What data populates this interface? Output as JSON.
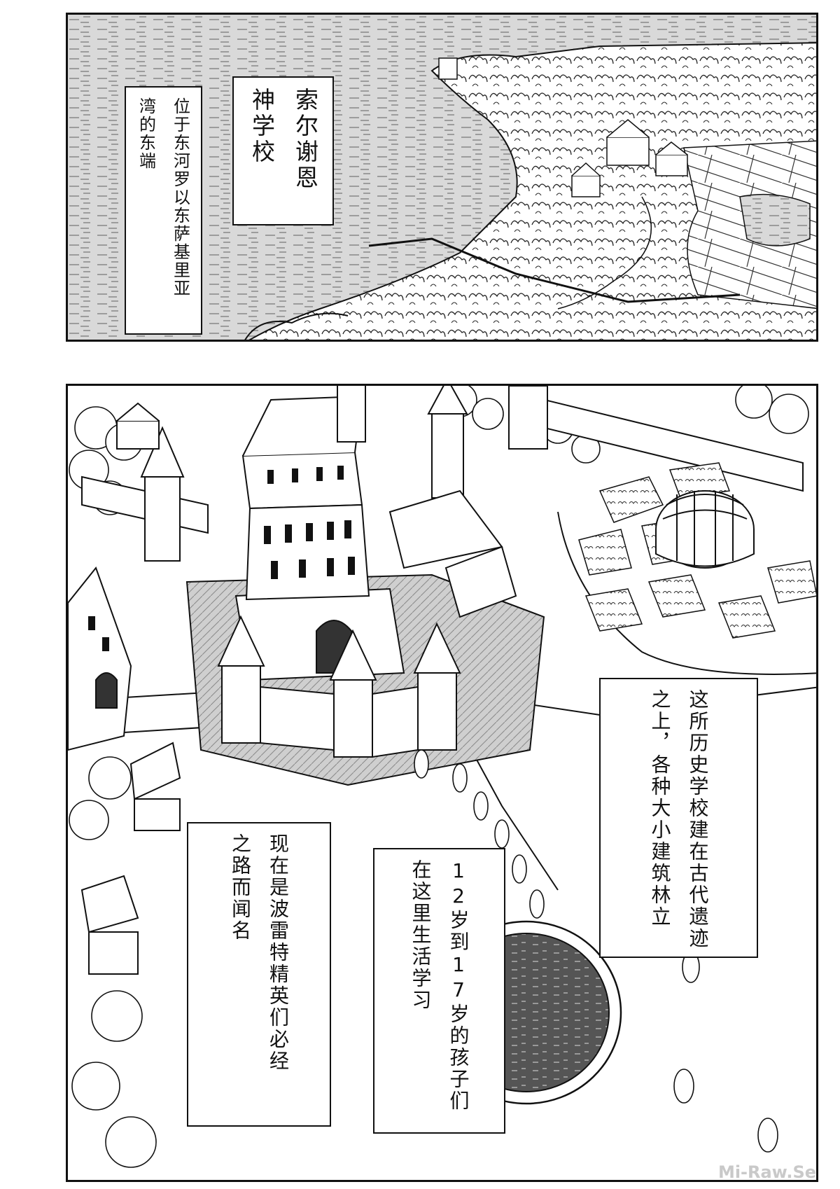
{
  "captions": {
    "title": {
      "lines": [
        "索尔谢恩",
        "神学校"
      ]
    },
    "location": {
      "lines": [
        "位于东河罗以东萨基里亚",
        "湾的东端"
      ]
    },
    "history": {
      "lines": [
        "这所历史学校建在古代遗迹",
        "之上，各种大小建筑林立"
      ]
    },
    "elite": {
      "lines": [
        "现在是波雷特精英们必经",
        "之路而闻名"
      ]
    },
    "kids": {
      "lines": [
        "12岁到17岁的孩子们",
        "在这里生活学习"
      ]
    }
  },
  "watermark": "Mi-Raw.Se"
}
